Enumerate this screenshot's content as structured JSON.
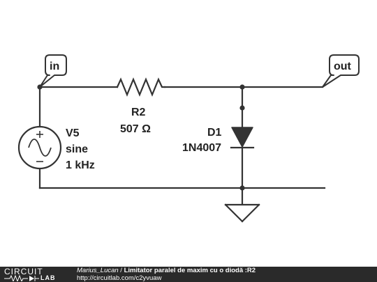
{
  "circuit": {
    "nodes": {
      "input_label": "in",
      "output_label": "out"
    },
    "components": {
      "resistor": {
        "designator": "R2",
        "value": "507 Ω"
      },
      "diode": {
        "designator": "D1",
        "part": "1N4007"
      },
      "source": {
        "designator": "V5",
        "waveform": "sine",
        "frequency": "1 kHz"
      }
    },
    "colors": {
      "wire": "#333333",
      "background": "#ffffff"
    }
  },
  "footer": {
    "logo_top": "CIRCUIT",
    "logo_bottom": "LAB",
    "author": "Marius_Lucan",
    "separator": " / ",
    "title": "Limitator paralel de maxim cu o diodă :R2",
    "url": "http://circuitlab.com/c2yvuaw",
    "background": "#2a2a2a"
  }
}
